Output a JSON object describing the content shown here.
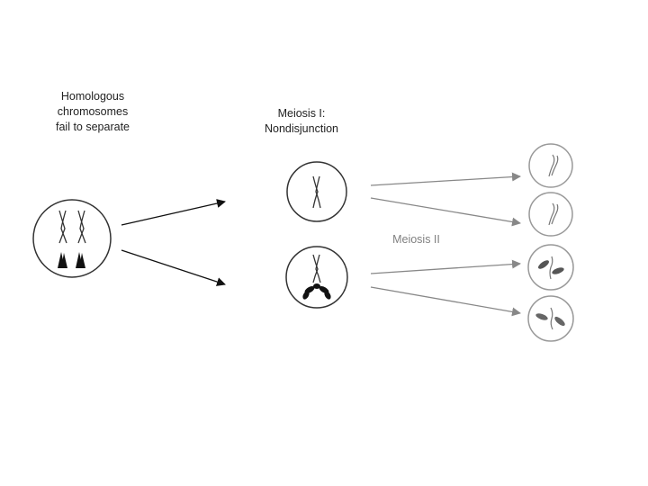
{
  "labels": {
    "homologous_fail": [
      "Homologous",
      "chromosomes",
      "fail to separate"
    ],
    "meiosis_1": [
      "Meiosis I:",
      "Nondisjunction"
    ],
    "meiosis_2": "Meiosis II"
  },
  "colors": {
    "line_dark": "#111111",
    "line_gray": "#888888",
    "chromosome_dark": "#111111",
    "chromosome_gray": "#777777",
    "cell_outline": "#333333",
    "cell_outline_gray": "#999999",
    "label_gray": "#808080"
  }
}
